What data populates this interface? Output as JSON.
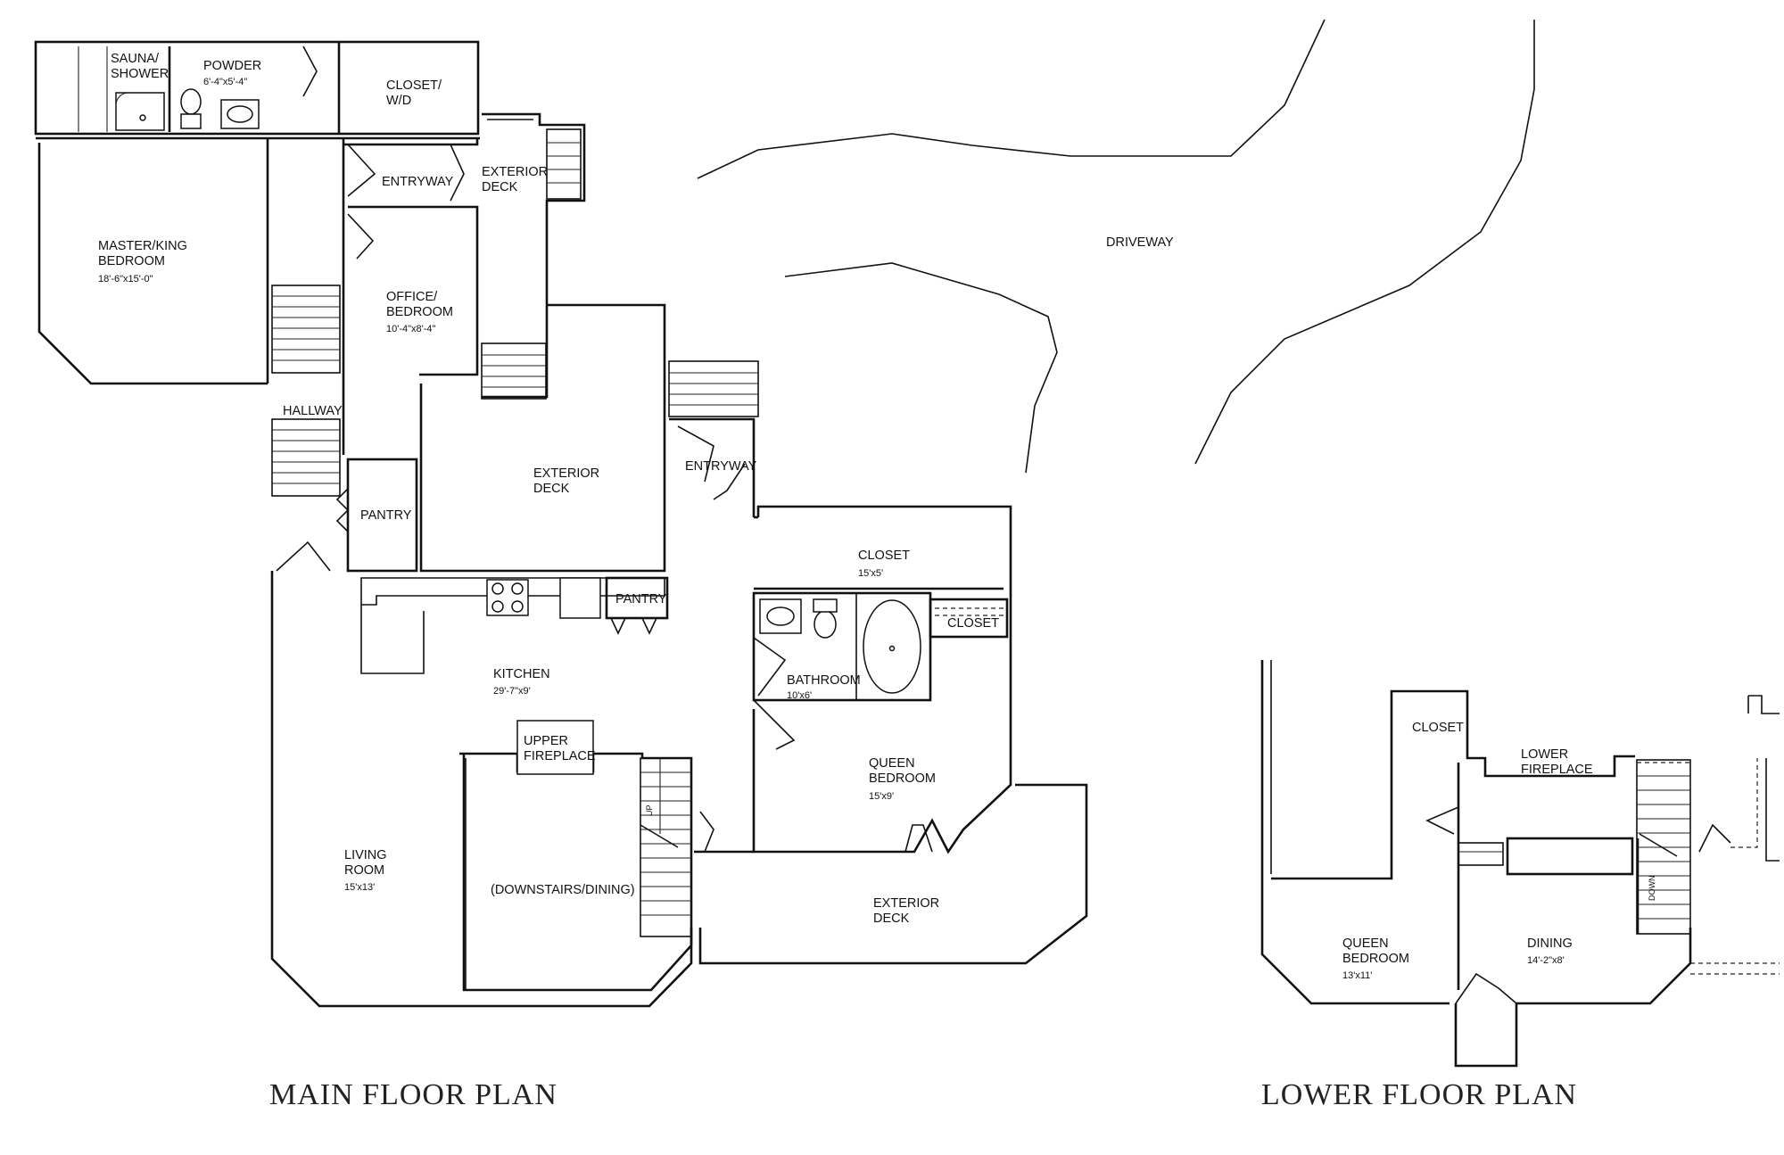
{
  "titles": {
    "main": "MAIN FLOOR PLAN",
    "lower": "LOWER FLOOR PLAN"
  },
  "main_floor": {
    "sauna": "SAUNA/\nSHOWER",
    "powder": "POWDER",
    "powder_dim": "6'-4\"x5'-4\"",
    "closet_wd": "CLOSET/\nW/D",
    "entryway_top": "ENTRYWAY",
    "exterior_deck_top": "EXTERIOR\nDECK",
    "master": "MASTER/KING\nBEDROOM",
    "master_dim": "18'-6\"x15'-0\"",
    "office": "OFFICE/\nBEDROOM",
    "office_dim": "10'-4\"x8'-4\"",
    "hallway": "HALLWAY",
    "exterior_deck_mid": "EXTERIOR\nDECK",
    "entryway_mid": "ENTRYWAY",
    "pantry_left": "PANTRY",
    "closet_big": "CLOSET",
    "closet_big_dim": "15'x5'",
    "pantry_right": "PANTRY",
    "closet_small": "CLOSET",
    "kitchen": "KITCHEN",
    "kitchen_dim": "29'-7\"x9'",
    "bathroom": "BATHROOM",
    "bathroom_dim": "10'x6'",
    "upper_fireplace": "UPPER\nFIREPLACE",
    "queen": "QUEEN\nBEDROOM",
    "queen_dim": "15'x9'",
    "stair_up": "UP",
    "living": "LIVING\nROOM",
    "living_dim": "15'x13'",
    "downstairs": "(DOWNSTAIRS/DINING)",
    "exterior_deck_low": "EXTERIOR\nDECK",
    "driveway": "DRIVEWAY"
  },
  "lower_floor": {
    "closet": "CLOSET",
    "lower_fireplace": "LOWER\nFIREPLACE",
    "stair_down": "DOWN",
    "queen": "QUEEN\nBEDROOM",
    "queen_dim": "13'x11'",
    "dining": "DINING",
    "dining_dim": "14'-2\"x8'"
  }
}
